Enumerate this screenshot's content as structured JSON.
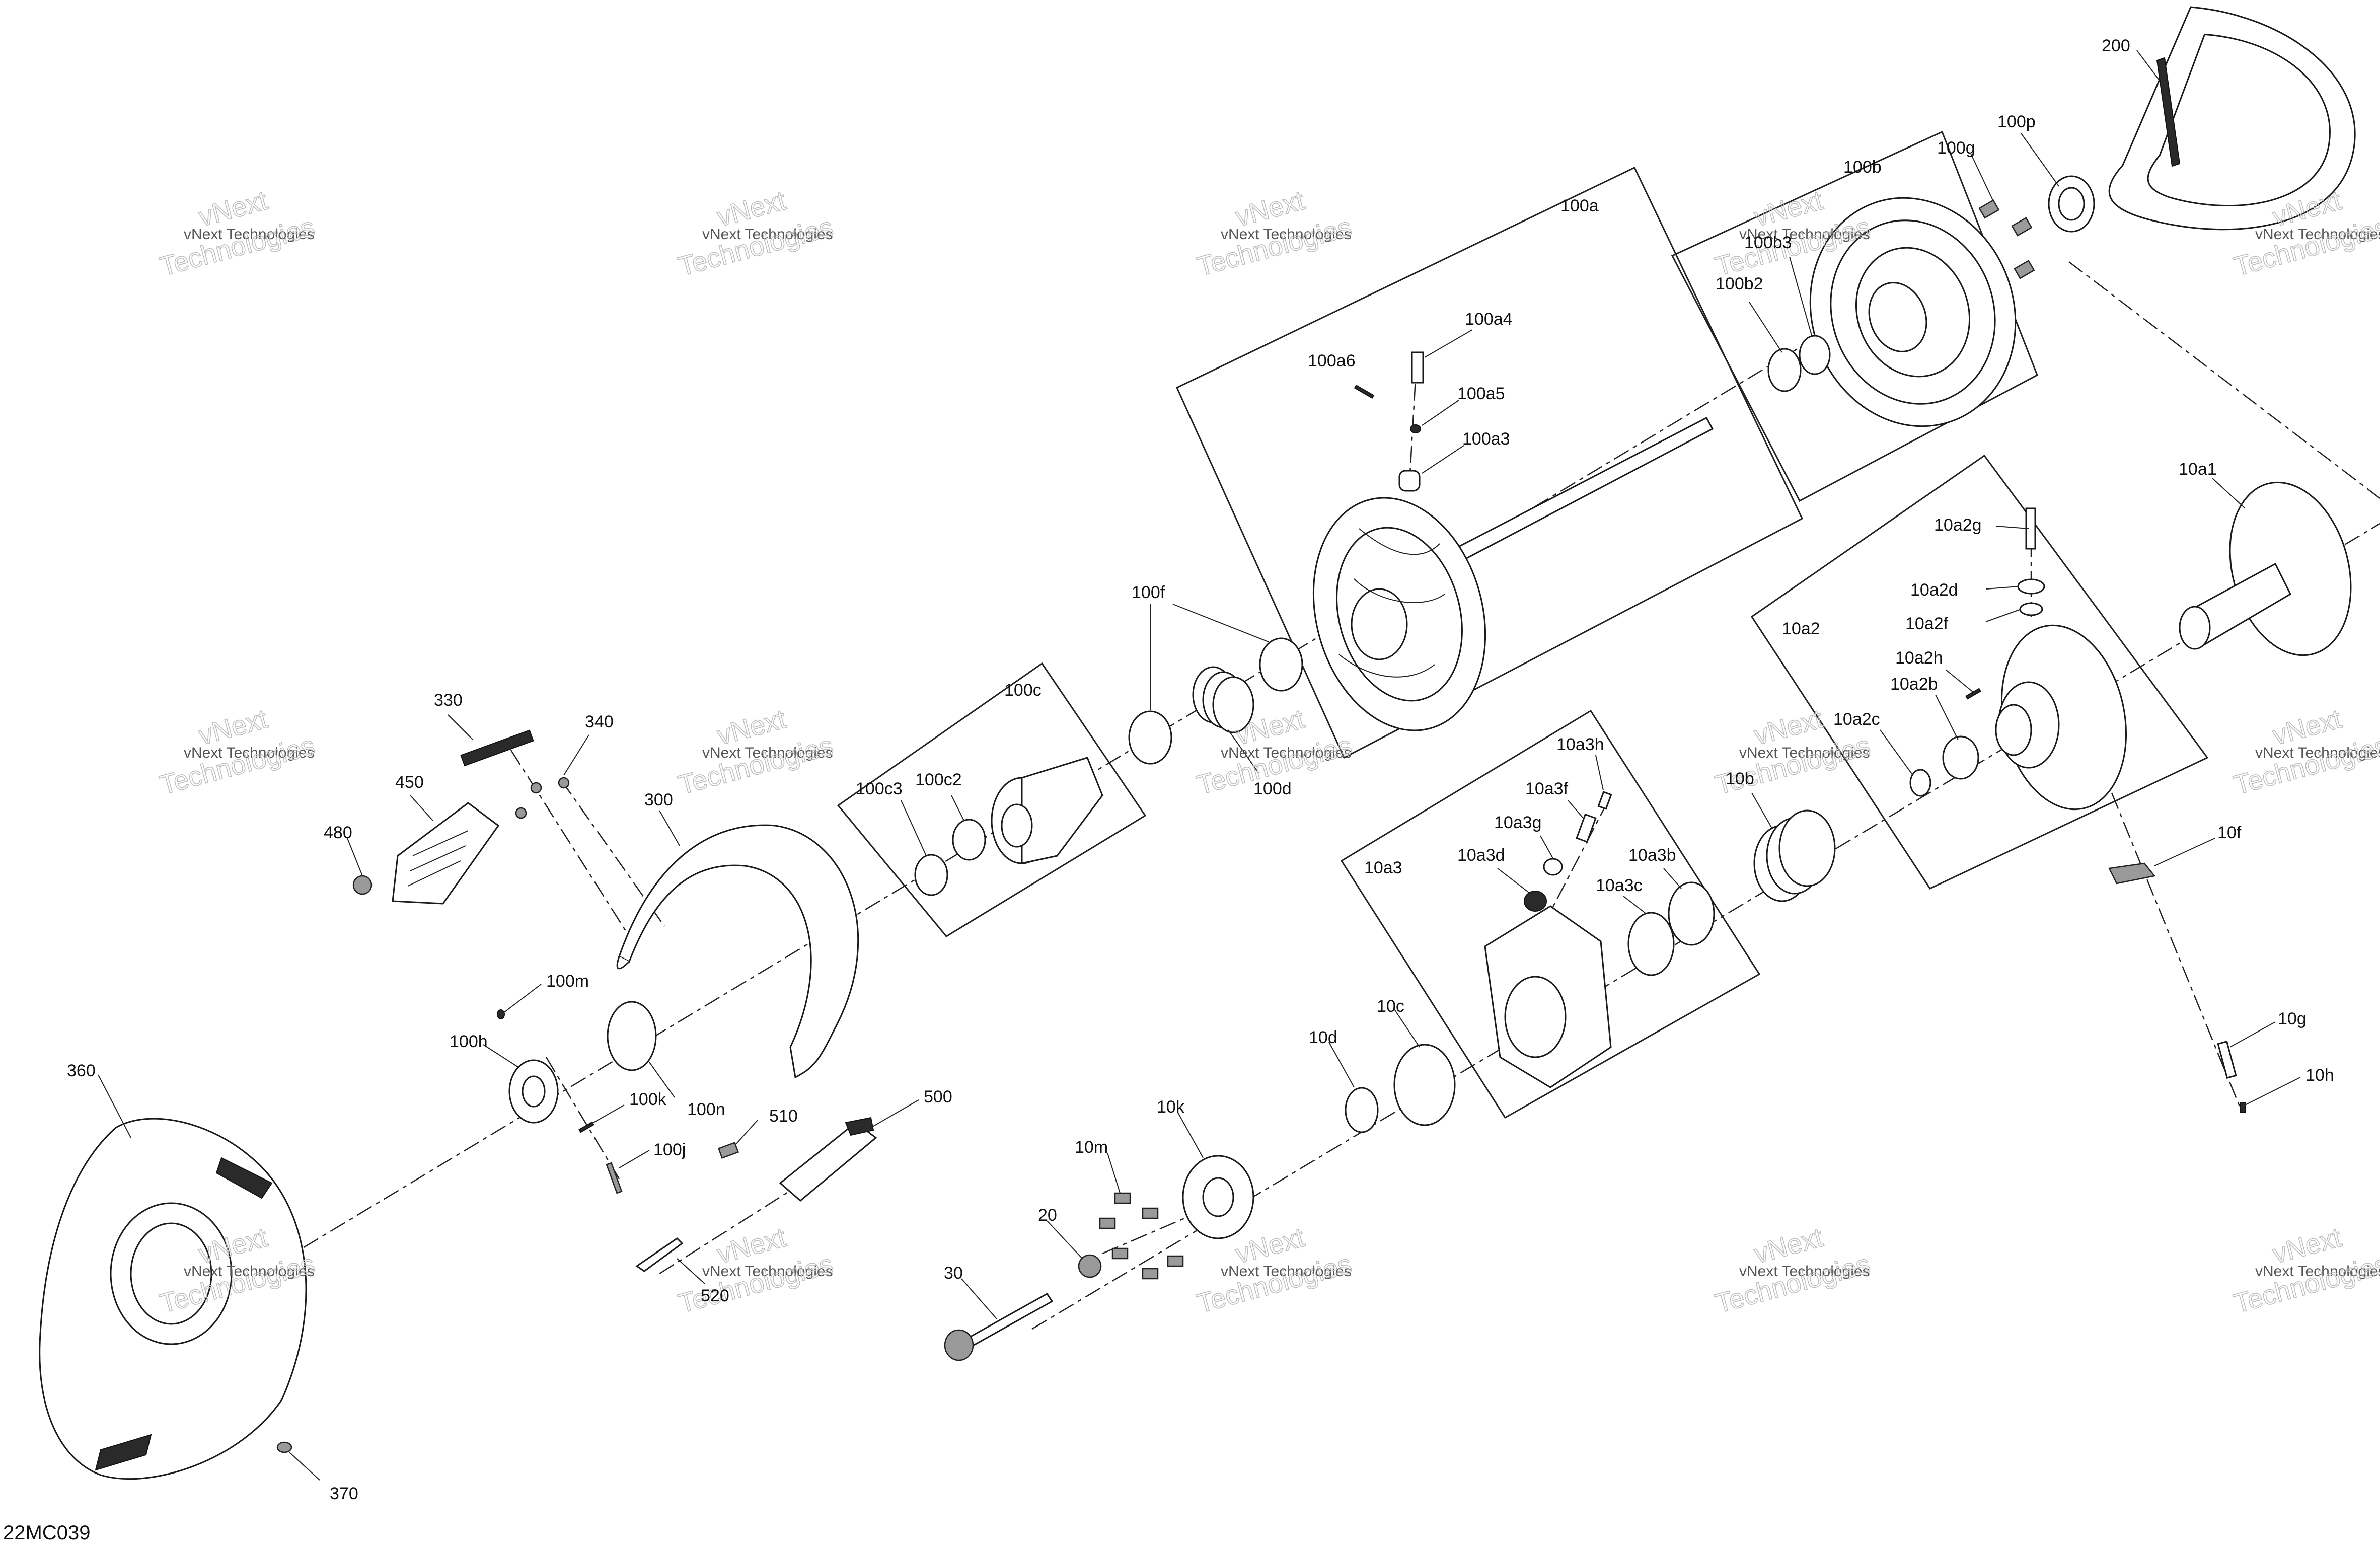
{
  "drawing_id": "22MC039",
  "watermark": {
    "line1": "vNext Technologies",
    "line2_a": "vNext",
    "line2_b": "Technologies"
  },
  "callouts": {
    "c200": "200",
    "c100p": "100p",
    "c100g": "100g",
    "c100b": "100b",
    "c100b3": "100b3",
    "c100b2": "100b2",
    "c100a": "100a",
    "c100a4": "100a4",
    "c100a6": "100a6",
    "c100a5": "100a5",
    "c100a3": "100a3",
    "c10a1": "10a1",
    "c10a2g": "10a2g",
    "c10a2d": "10a2d",
    "c10a2f": "10a2f",
    "c10a2": "10a2",
    "c10a2h": "10a2h",
    "c10a2b": "10a2b",
    "c10a2c": "10a2c",
    "c100f": "100f",
    "c100c": "100c",
    "c100c3": "100c3",
    "c100c2": "100c2",
    "c100d": "100d",
    "c330": "330",
    "c340": "340",
    "c450": "450",
    "c480": "480",
    "c300": "300",
    "c10a3h": "10a3h",
    "c10a3f": "10a3f",
    "c10a3g": "10a3g",
    "c10a3": "10a3",
    "c10a3d": "10a3d",
    "c10a3b": "10a3b",
    "c10a3c": "10a3c",
    "c10b": "10b",
    "c10f": "10f",
    "c10g": "10g",
    "c10h": "10h",
    "c10c": "10c",
    "c10d": "10d",
    "c10k": "10k",
    "c10m": "10m",
    "c20": "20",
    "c30": "30",
    "c100m": "100m",
    "c100h": "100h",
    "c100k": "100k",
    "c100n": "100n",
    "c100j": "100j",
    "c360": "360",
    "c370": "370",
    "c510": "510",
    "c500": "500",
    "c520": "520"
  }
}
